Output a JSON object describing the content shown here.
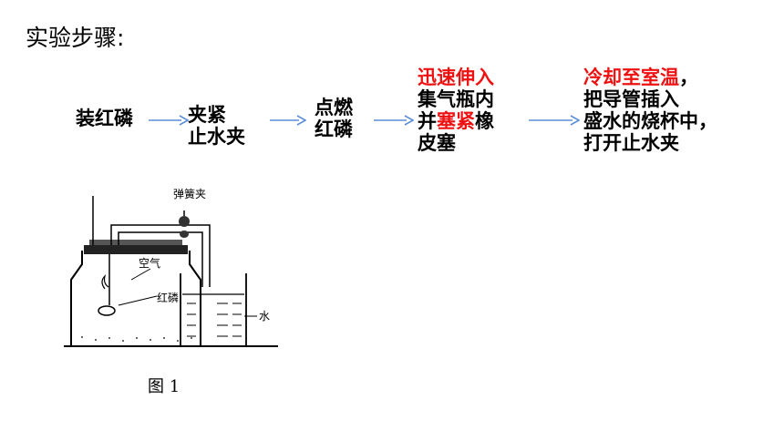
{
  "heading": "实验步骤:",
  "steps": [
    {
      "lines": [
        [
          {
            "text": "装红磷",
            "red": false
          }
        ]
      ]
    },
    {
      "lines": [
        [
          {
            "text": "夹紧",
            "red": false
          }
        ],
        [
          {
            "text": "止水夹",
            "red": false
          }
        ]
      ]
    },
    {
      "lines": [
        [
          {
            "text": "点燃",
            "red": false
          }
        ],
        [
          {
            "text": "红磷",
            "red": false
          }
        ]
      ]
    },
    {
      "lines": [
        [
          {
            "text": "迅速伸入",
            "red": true
          }
        ],
        [
          {
            "text": "集气瓶内",
            "red": false
          }
        ],
        [
          {
            "text": "并",
            "red": false
          },
          {
            "text": "塞紧",
            "red": true
          },
          {
            "text": "橡",
            "red": false
          }
        ],
        [
          {
            "text": "皮塞",
            "red": false
          }
        ]
      ]
    },
    {
      "lines": [
        [
          {
            "text": "冷却至室温",
            "red": true
          },
          {
            "text": "，",
            "red": false
          }
        ],
        [
          {
            "text": "把导管插入",
            "red": false
          }
        ],
        [
          {
            "text": "盛水的烧杯中，",
            "red": false
          }
        ],
        [
          {
            "text": "打开止水夹",
            "red": false
          }
        ]
      ]
    }
  ],
  "figure": {
    "labels": {
      "clamp": "弹簧夹",
      "air": "空气",
      "phosphorus": "红磷",
      "water": "水"
    },
    "caption": "图 1"
  },
  "colors": {
    "arrow": "#5b8fd6",
    "highlight": "#ee1111"
  }
}
